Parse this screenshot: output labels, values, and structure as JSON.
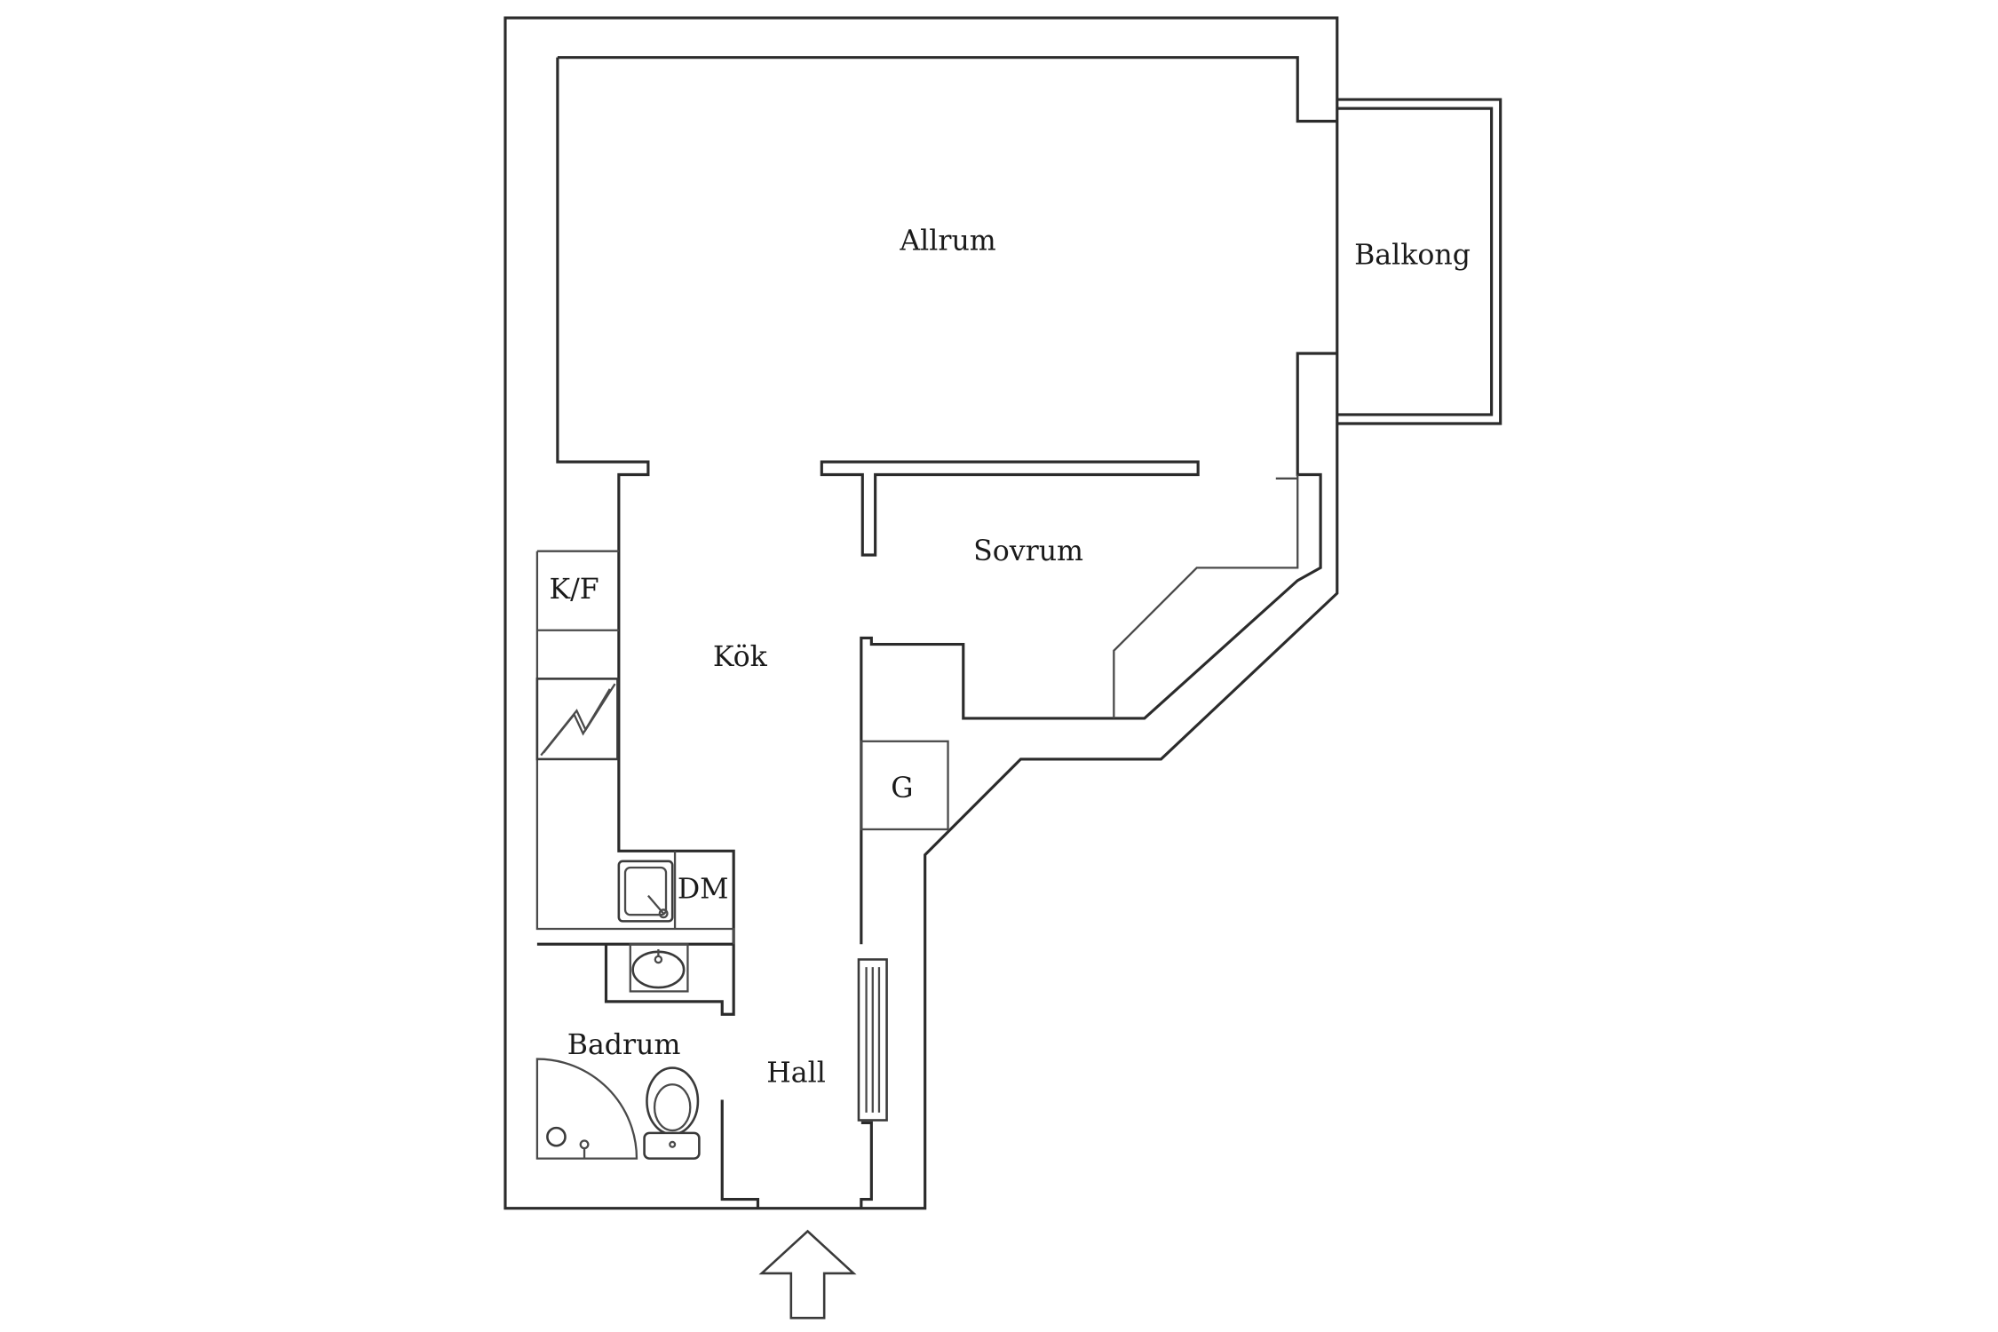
{
  "floor_plan": {
    "rooms": {
      "living_room": "Allrum",
      "balcony": "Balkong",
      "bedroom": "Sovrum",
      "kitchen": "Kök",
      "fridge_freezer": "K/F",
      "dishwasher": "DM",
      "wardrobe": "G",
      "bathroom": "Badrum",
      "hall": "Hall"
    },
    "icons": {
      "stove": "stove-icon",
      "kitchen_sink": "kitchen-sink-icon",
      "washbasin": "washbasin-icon",
      "toilet": "toilet-icon",
      "shower": "shower-icon",
      "radiator": "radiator-icon",
      "entrance": "entrance-arrow-icon"
    },
    "colors": {
      "line": "#2b2b2b",
      "background": "#ffffff"
    }
  }
}
